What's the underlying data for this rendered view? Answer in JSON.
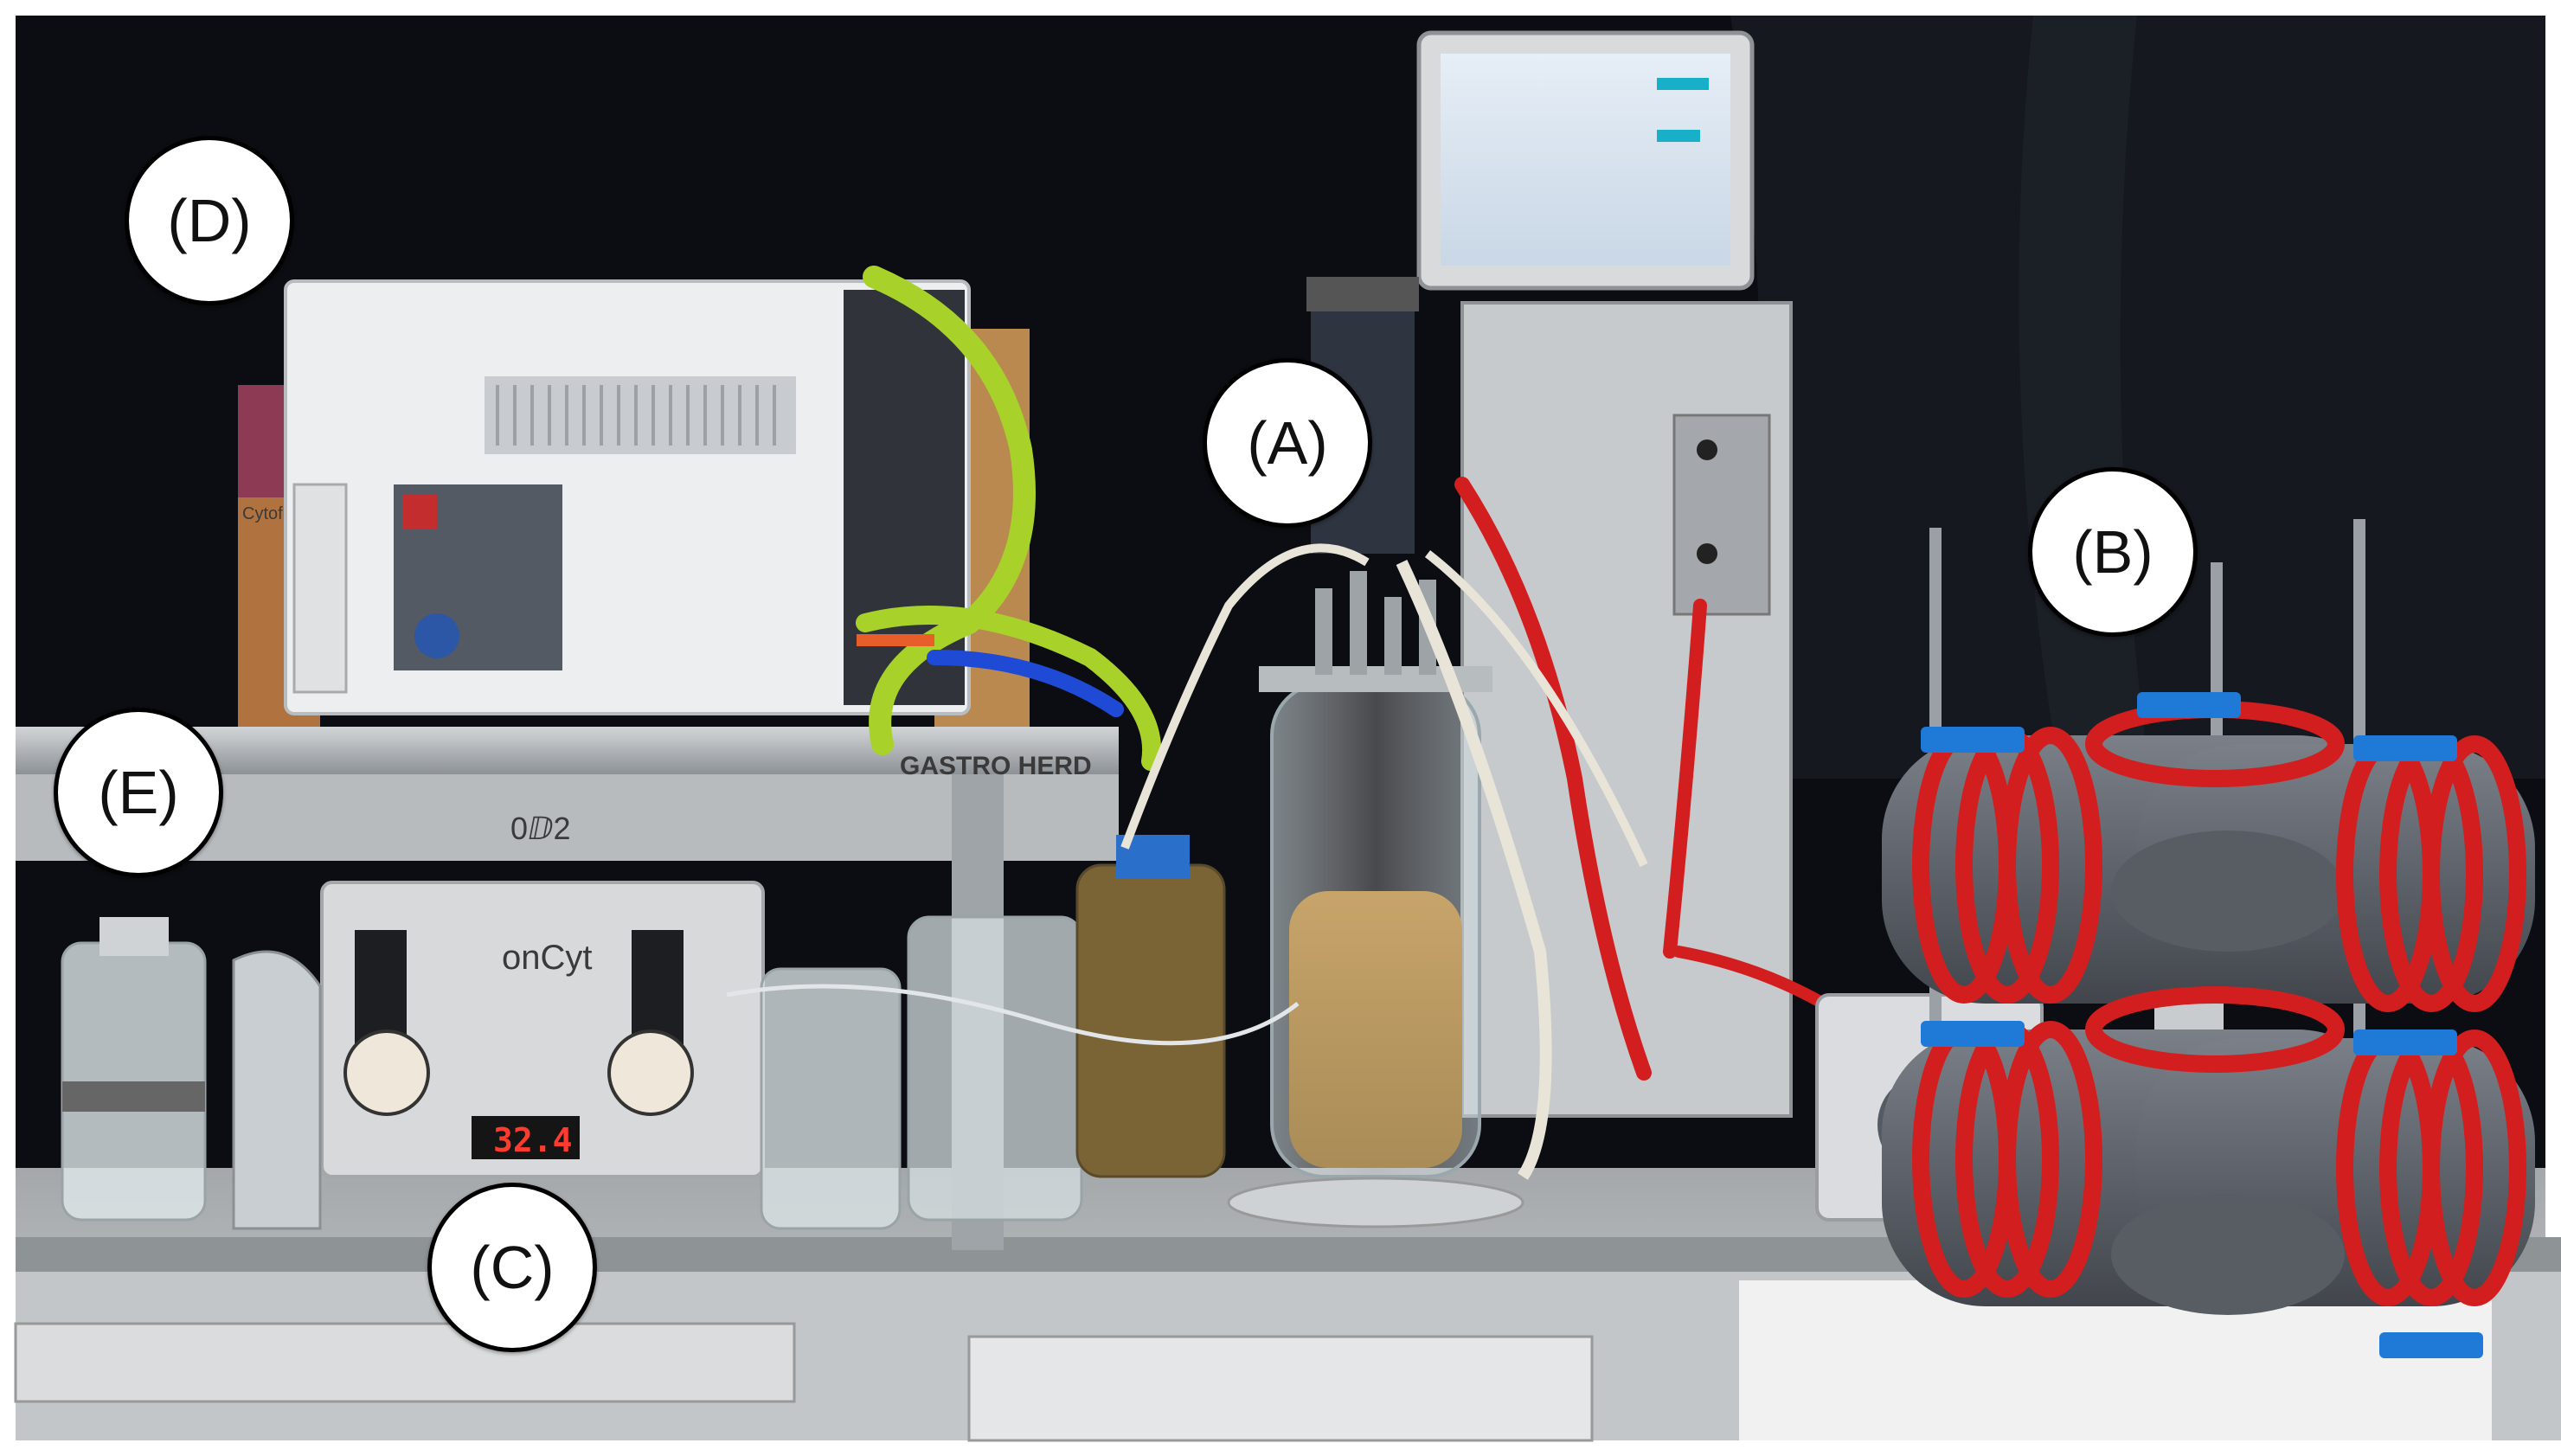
{
  "labels": {
    "A": "(A)",
    "B": "(B)",
    "C": "(C)",
    "D": "(D)",
    "E": "(E)"
  },
  "device_text": {
    "oncyt_brand": "onCyt",
    "bench_brand": "GASTRO HERD",
    "pump_display": "32.4",
    "box_label": "Cytofl Sheath Fl",
    "bench_marker": "0ⅅ2"
  },
  "colors": {
    "background_curtain": "#0b0d12",
    "red_tubing": "#d21e1e",
    "green_tubing": "#a8d22a",
    "blue_clips": "#1e7ad6",
    "gray_pvc": "#5d636b",
    "steel": "#b9bdc2",
    "culture_medium": "#b89a62"
  }
}
